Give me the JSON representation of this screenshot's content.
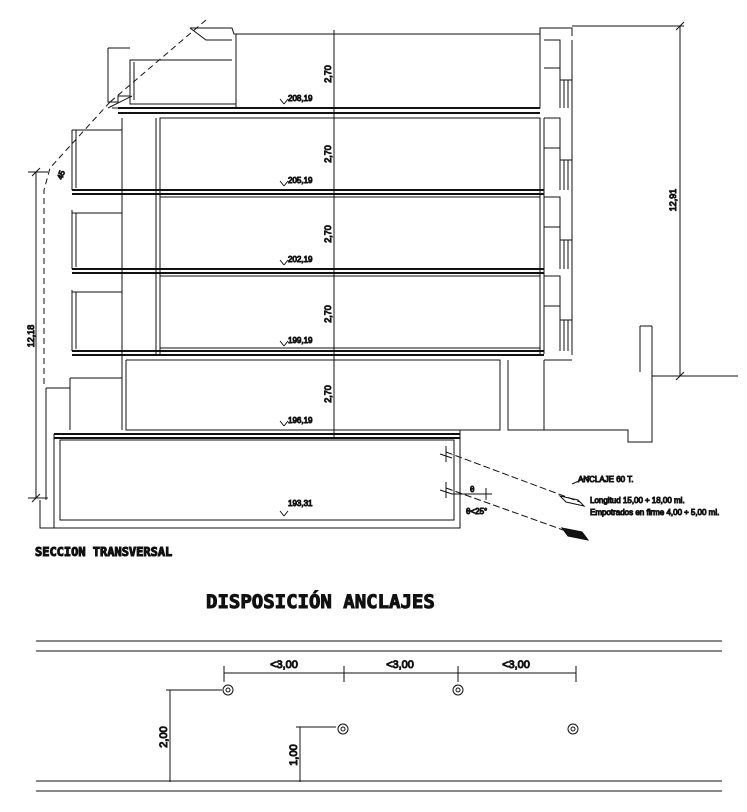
{
  "section": {
    "caption": "SECCION TRANSVERSAL",
    "floor_height": "2,70",
    "levels": [
      "208,19",
      "205,19",
      "202,19",
      "199,19",
      "196,19",
      "193,31"
    ],
    "total_height_right": "12,91",
    "total_height_left": "12,18",
    "slope_label": "45",
    "anchor": {
      "title": "ANCLAJE 60 T.",
      "length": "Longitud 15,00 ÷ 18,00 ml.",
      "embed": "Empotrados en firme 4,00 ÷ 5,00 ml.",
      "angle": "θ<25°",
      "angle_symbol": "θ"
    }
  },
  "layout_plan": {
    "title": "DISPOSICIÓN ANCLAJES",
    "spacing_labels": [
      "<3,00",
      "<3,00",
      "<3,00"
    ],
    "vertical_offset": "2,00",
    "row_offset": "1,00"
  }
}
